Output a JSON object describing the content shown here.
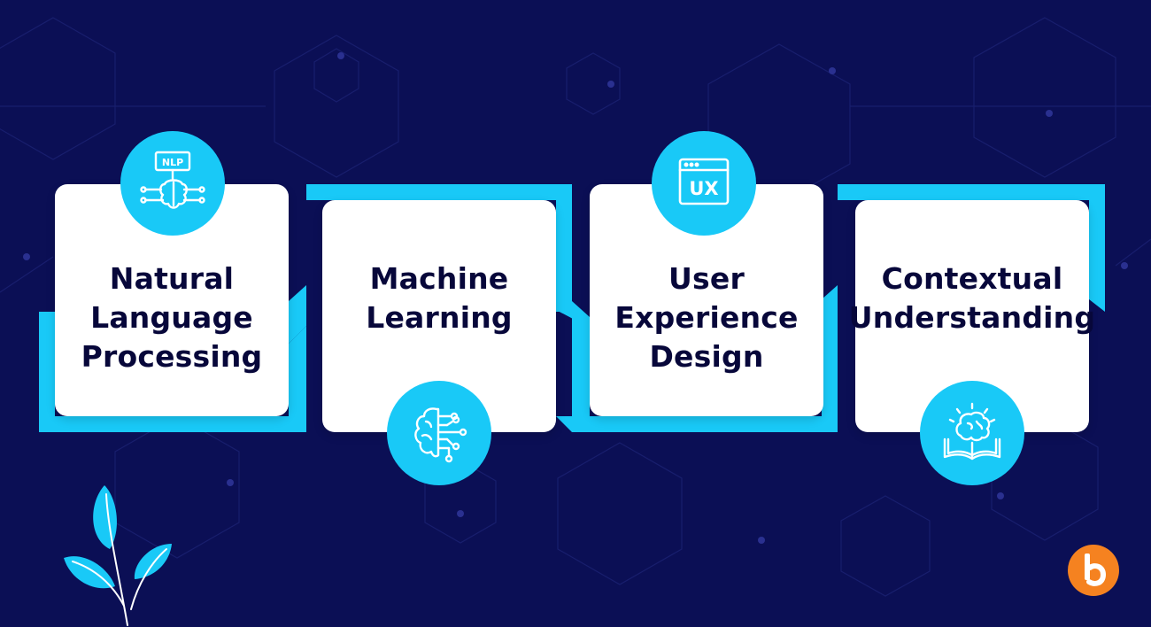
{
  "colors": {
    "background": "#0b0f55",
    "accent": "#19c9f7",
    "card": "#ffffff",
    "text": "#07073a",
    "logo": "#f58220"
  },
  "cards": [
    {
      "label": "Natural\nLanguage\nProcessing",
      "icon": "nlp-brain-icon",
      "icon_text": "NLP"
    },
    {
      "label": "Machine\nLearning",
      "icon": "circuit-brain-icon"
    },
    {
      "label": "User\nExperience\nDesign",
      "icon": "ux-window-icon",
      "icon_text": "UX"
    },
    {
      "label": "Contextual\nUnderstanding",
      "icon": "book-brain-icon"
    }
  ]
}
